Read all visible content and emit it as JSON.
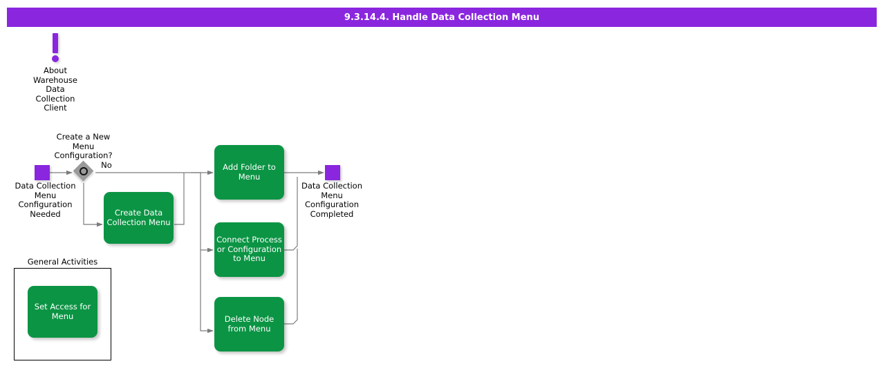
{
  "header": {
    "title": "9.3.14.4. Handle Data Collection Menu",
    "bar_color": "#8A26DE",
    "text_color": "#FFFFFF"
  },
  "theme": {
    "task_green": "#0B9444",
    "event_purple": "#8A26DE",
    "gateway_gray": "#9A9A9A",
    "connector_gray": "#7C7C7C",
    "text_black": "#000000"
  },
  "diagram": {
    "type": "bpmn-process-flow",
    "note": {
      "icon": "exclamation-mark-icon",
      "text": "About\nWarehouse\nData\nCollection\nClient"
    },
    "start_event": {
      "name": "start-event",
      "label": "Data Collection\nMenu\nConfiguration\nNeeded"
    },
    "gateway": {
      "name": "exclusive-gateway",
      "question": "Create a New\nMenu\nConfiguration?",
      "branch_no": "No"
    },
    "end_event": {
      "name": "end-event",
      "label": "Data Collection\nMenu\nConfiguration\nCompleted"
    },
    "tasks": [
      {
        "id": "create-data-collection-menu",
        "label": "Create Data\nCollection Menu"
      },
      {
        "id": "add-folder-to-menu",
        "label": "Add Folder to\nMenu"
      },
      {
        "id": "connect-process-or-configuration-to-menu",
        "label": "Connect Process\nor Configuration\nto Menu"
      },
      {
        "id": "delete-node-from-menu",
        "label": "Delete Node\nfrom Menu"
      }
    ],
    "group": {
      "id": "general-activities",
      "title": "General Activities",
      "tasks": [
        {
          "id": "set-access-for-menu",
          "label": "Set Access for\nMenu"
        }
      ]
    }
  }
}
